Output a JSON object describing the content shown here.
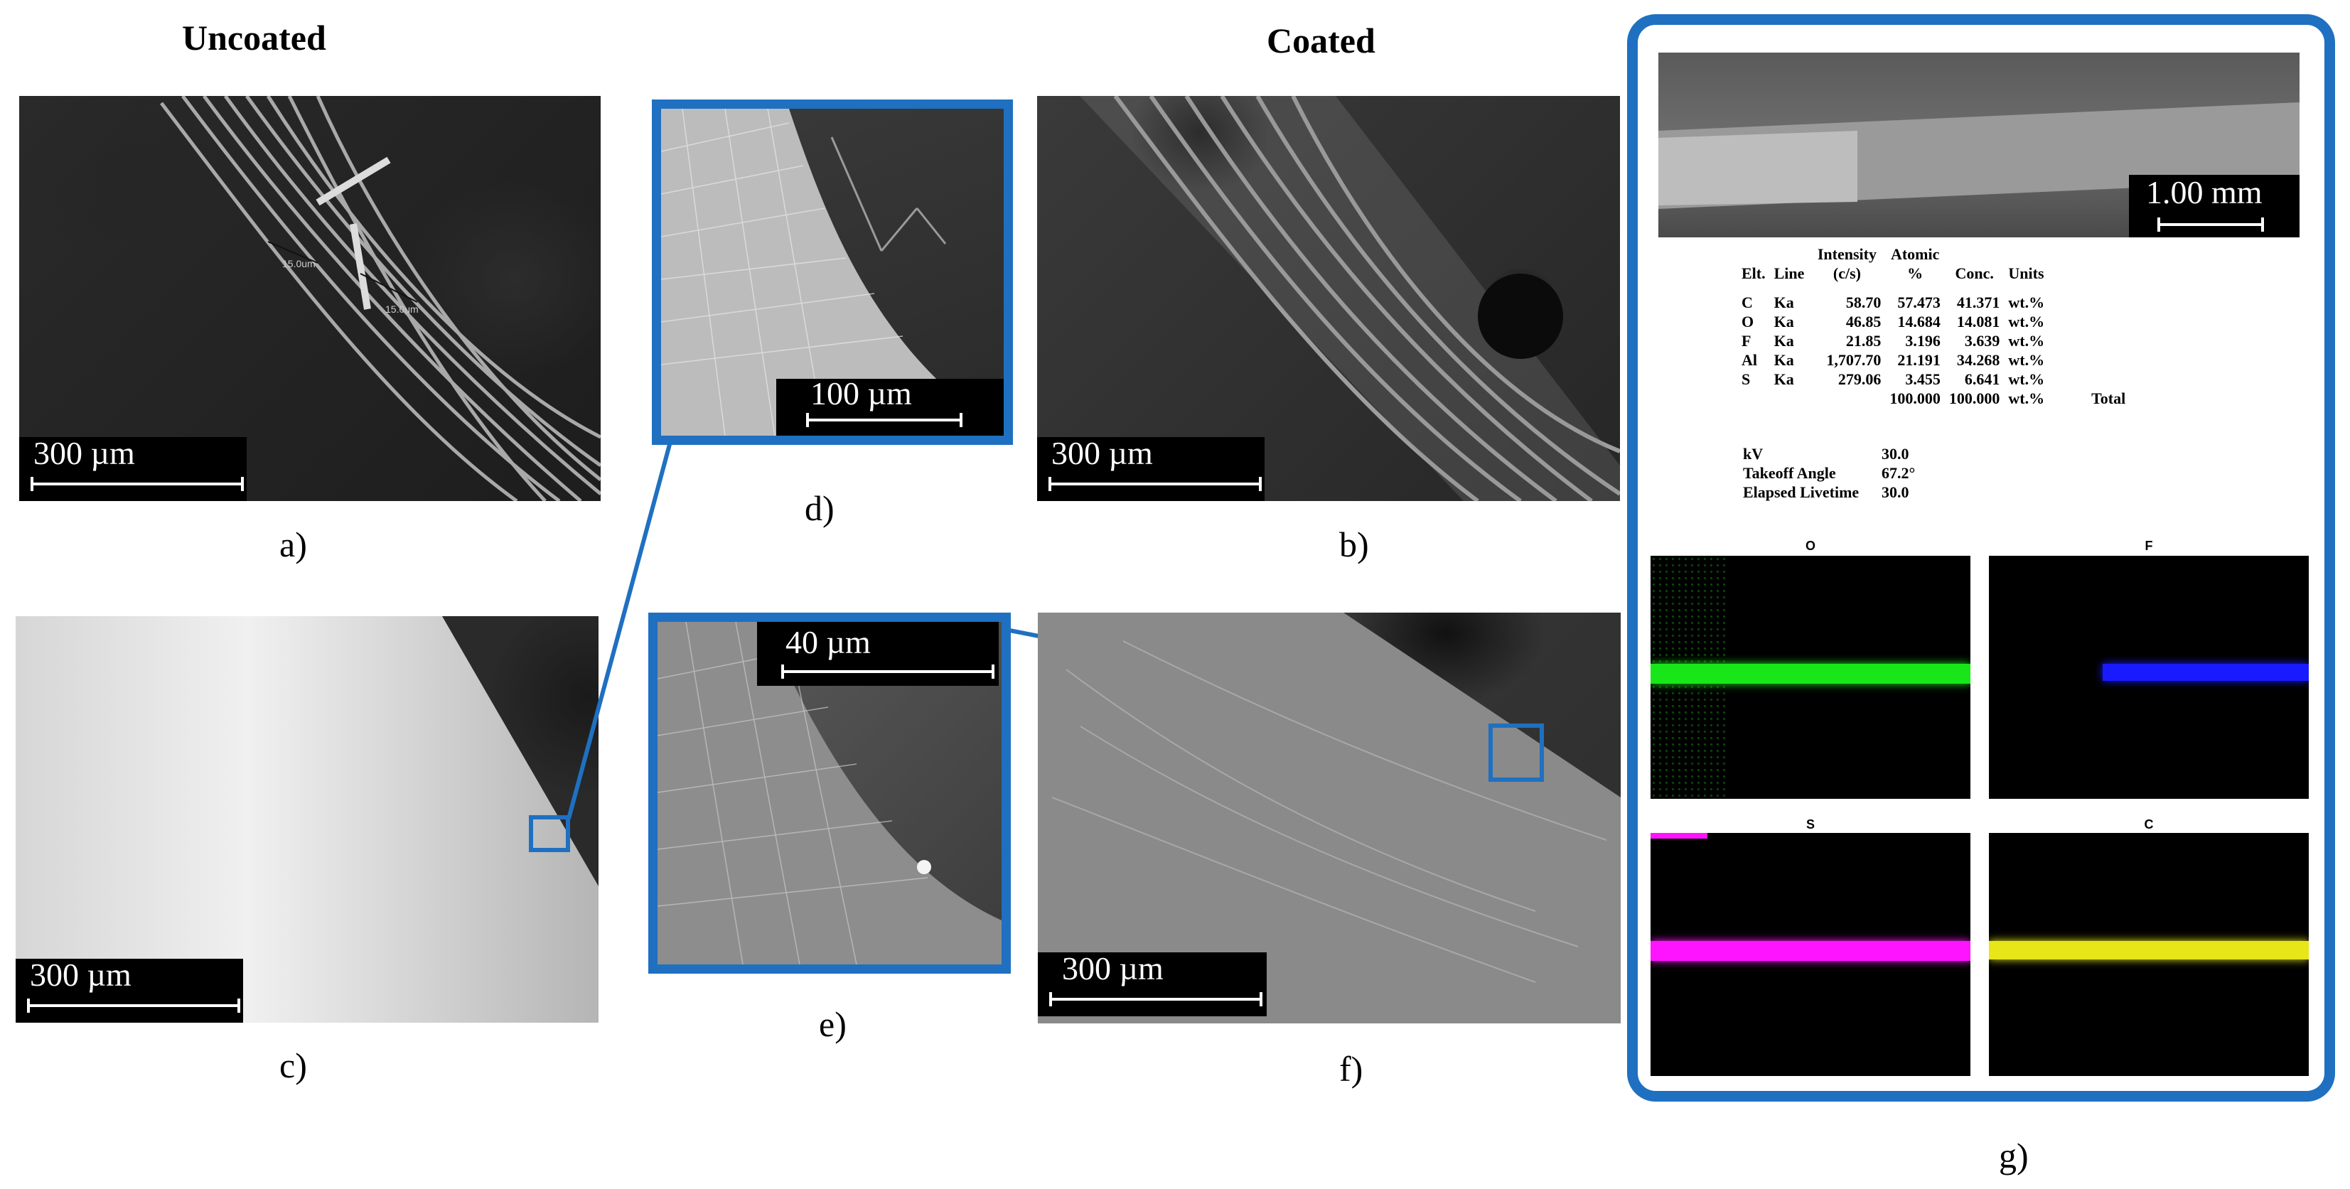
{
  "headings": {
    "uncoated": "Uncoated",
    "coated": "Coated"
  },
  "panels": {
    "a": {
      "label": "a)",
      "scale": "300 µm",
      "annotations": [
        "15.0um",
        "15.0um"
      ]
    },
    "b": {
      "label": "b)",
      "scale": "300 µm"
    },
    "c": {
      "label": "c)",
      "scale": "300 µm"
    },
    "d": {
      "label": "d)",
      "scale": "100 µm"
    },
    "e": {
      "label": "e)",
      "scale": "40 µm"
    },
    "f": {
      "label": "f)",
      "scale": "300 µm"
    },
    "g": {
      "label": "g)",
      "scale": "1.00 mm"
    }
  },
  "eds": {
    "headers": [
      "Elt.",
      "Line",
      "Intensity (c/s)",
      "Atomic %",
      "Conc.",
      "Units"
    ],
    "rows": [
      {
        "elt": "C",
        "line": "Ka",
        "intensity": "58.70",
        "atomic": "57.473",
        "conc": "41.371",
        "units": "wt.%"
      },
      {
        "elt": "O",
        "line": "Ka",
        "intensity": "46.85",
        "atomic": "14.684",
        "conc": "14.081",
        "units": "wt.%"
      },
      {
        "elt": "F",
        "line": "Ka",
        "intensity": "21.85",
        "atomic": "3.196",
        "conc": "3.639",
        "units": "wt.%"
      },
      {
        "elt": "Al",
        "line": "Ka",
        "intensity": "1,707.70",
        "atomic": "21.191",
        "conc": "34.268",
        "units": "wt.%"
      },
      {
        "elt": "S",
        "line": "Ka",
        "intensity": "279.06",
        "atomic": "3.455",
        "conc": "6.641",
        "units": "wt.%"
      }
    ],
    "total": {
      "atomic": "100.000",
      "conc": "100.000",
      "units": "wt.%",
      "label": "Total"
    },
    "params": [
      {
        "name": "kV",
        "value": "30.0"
      },
      {
        "name": "Takeoff Angle",
        "value": "67.2°"
      },
      {
        "name": "Elapsed Livetime",
        "value": "30.0"
      }
    ]
  },
  "maps": [
    {
      "element": "O",
      "color": "#19e619"
    },
    {
      "element": "F",
      "color": "#1a1aff"
    },
    {
      "element": "S",
      "color": "#ff14ff"
    },
    {
      "element": "C",
      "color": "#e6e619"
    }
  ],
  "colors": {
    "frame": "#1f70c1"
  }
}
